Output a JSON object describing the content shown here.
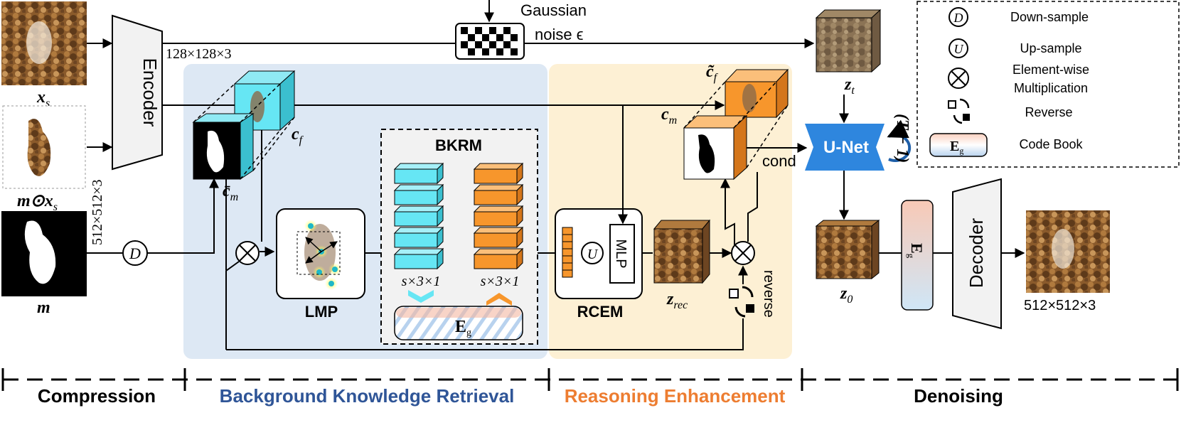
{
  "labels": {
    "encoder": "Encoder",
    "decoder": "Decoder",
    "dim_128": "128×128×3",
    "dim_512_side": "512×512×3",
    "dim_512_out": "512×512×3",
    "gaussian_line1": "Gaussian",
    "gaussian_line2": "noise ϵ",
    "xs": "x",
    "xs_sub": "s",
    "m_odot_xs": "m⊙x",
    "m_odot_xs_sub": "s",
    "m": "m",
    "cf": "c",
    "cf_sub": "f",
    "cm_bar": "c̄",
    "cm_bar_sub": "m",
    "cf_tilde": "c̃",
    "cf_tilde_sub": "f",
    "cm": "c",
    "cm_sub": "m",
    "zt": "z",
    "zt_sub": "t",
    "z0": "z",
    "z0_sub": "0",
    "zrec": "z",
    "zrec_sub": "rec",
    "bkrm": "BKRM",
    "lmp": "LMP",
    "rcem": "RCEM",
    "mlp": "MLP",
    "unet": "U-Net",
    "t_minus_1": "(T − 1)",
    "cond": "cond",
    "reverse": "reverse",
    "s31_left": "s×3×1",
    "s31_right": "s×3×1",
    "eg": "E",
    "eg_sub": "g"
  },
  "legend": {
    "items": [
      {
        "symbol": "D",
        "label": "Down-sample"
      },
      {
        "symbol": "U",
        "label": "Up-sample"
      },
      {
        "symbol": "⊗",
        "label_line1": "Element-wise",
        "label_line2": "Multiplication"
      },
      {
        "symbol": "reverse-icon",
        "label": "Reverse"
      },
      {
        "symbol": "E",
        "label": "Code Book"
      }
    ]
  },
  "stages": [
    {
      "label": "Compression",
      "color": "#000000"
    },
    {
      "label": "Background Knowledge Retrieval",
      "color": "#2f5597"
    },
    {
      "label": "Reasoning Enhancement",
      "color": "#ed7d31"
    },
    {
      "label": "Denoising",
      "color": "#000000"
    }
  ],
  "colors": {
    "blue_region": "#dde8f4",
    "orange_region": "#fdf0d4",
    "cyan_block": "#66e6f4",
    "orange_block": "#f7962c",
    "unet": "#2e86de"
  }
}
